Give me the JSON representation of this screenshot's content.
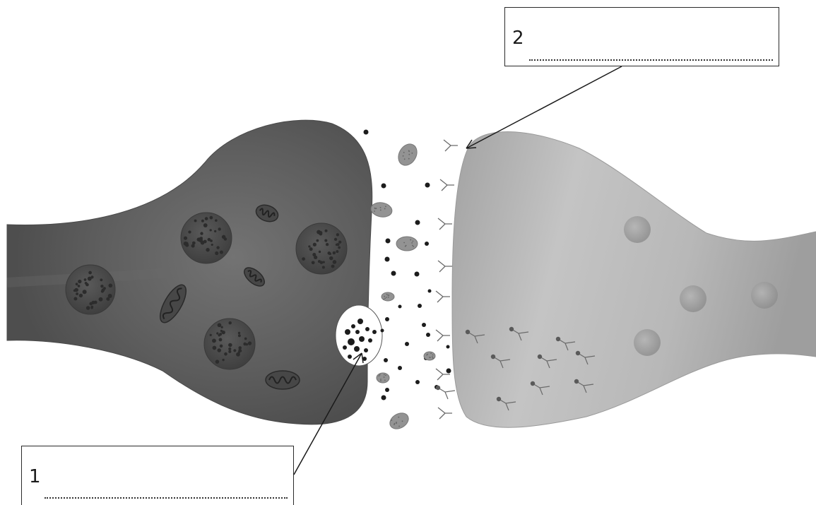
{
  "labels": {
    "label1": {
      "number": "1",
      "answer": ""
    },
    "label2": {
      "number": "2",
      "answer": ""
    }
  },
  "structures": {
    "presynaptic": "presynaptic-neuron-terminal",
    "postsynaptic": "postsynaptic-neuron",
    "vesicle": "vesicle-releasing-neurotransmitter",
    "receptor": "receptor"
  },
  "colors": {
    "presynaptic": "#575757",
    "presynaptic_highlight": "#6e6e6e",
    "postsynaptic": "#a9a9a9",
    "postsynaptic_highlight": "#cfcfcf",
    "vesicle_fill": "#4a4a4a",
    "mitochondria": "#3d3d3d",
    "neurotransmitter": "#1c1c1c",
    "enzyme": "#8e8e8e",
    "receptor": "#6a6a6a",
    "line": "#1a1a1a"
  }
}
